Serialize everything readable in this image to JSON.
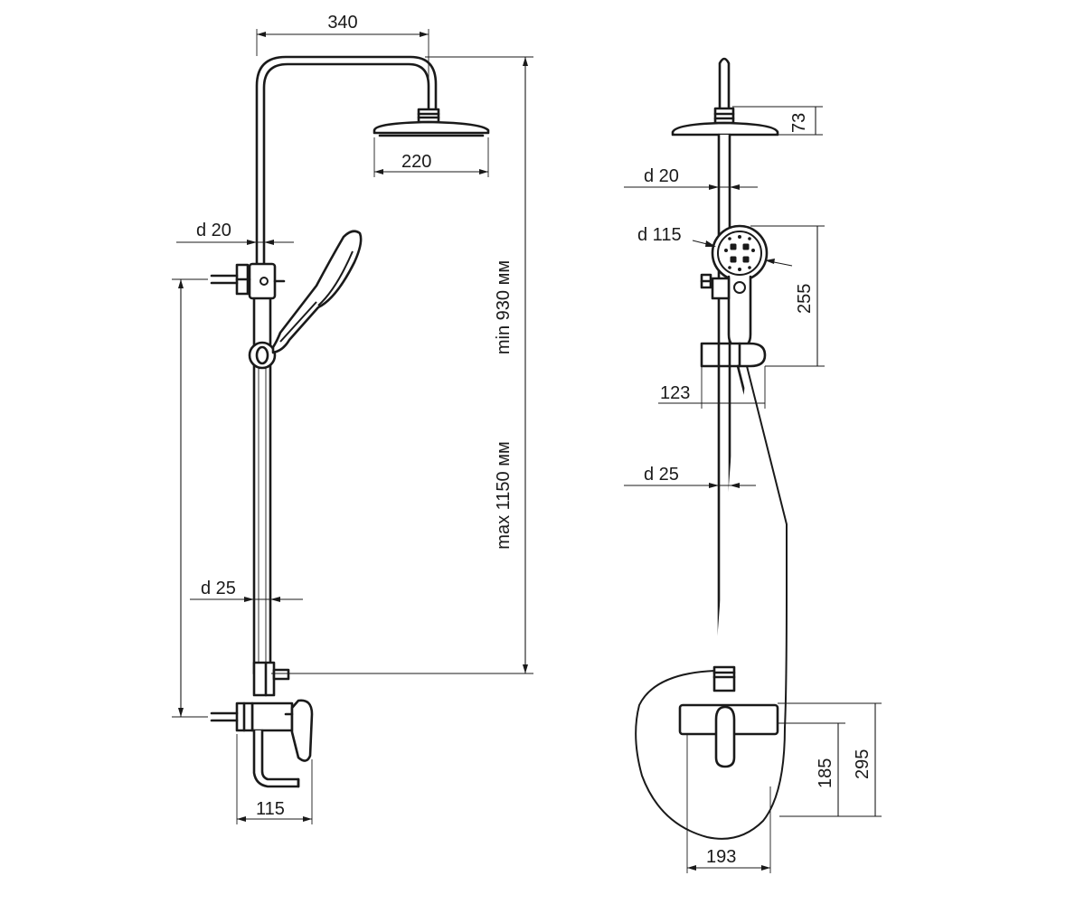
{
  "front_view": {
    "head_arm_width": "340",
    "head_diameter": "220",
    "upper_pipe_diameter": "d 20",
    "lower_pipe_diameter": "d 25",
    "min_height": "min 930 мм",
    "max_height": "max 1150 мм",
    "spout_length": "115"
  },
  "side_view": {
    "head_height": "73",
    "upper_pipe_diameter": "d 20",
    "hand_shower_diameter": "d 115",
    "hand_shower_height": "255",
    "holder_depth": "123",
    "lower_pipe_diameter": "d 25",
    "mixer_height_inner": "185",
    "mixer_height_outer": "295",
    "mixer_depth": "193"
  }
}
